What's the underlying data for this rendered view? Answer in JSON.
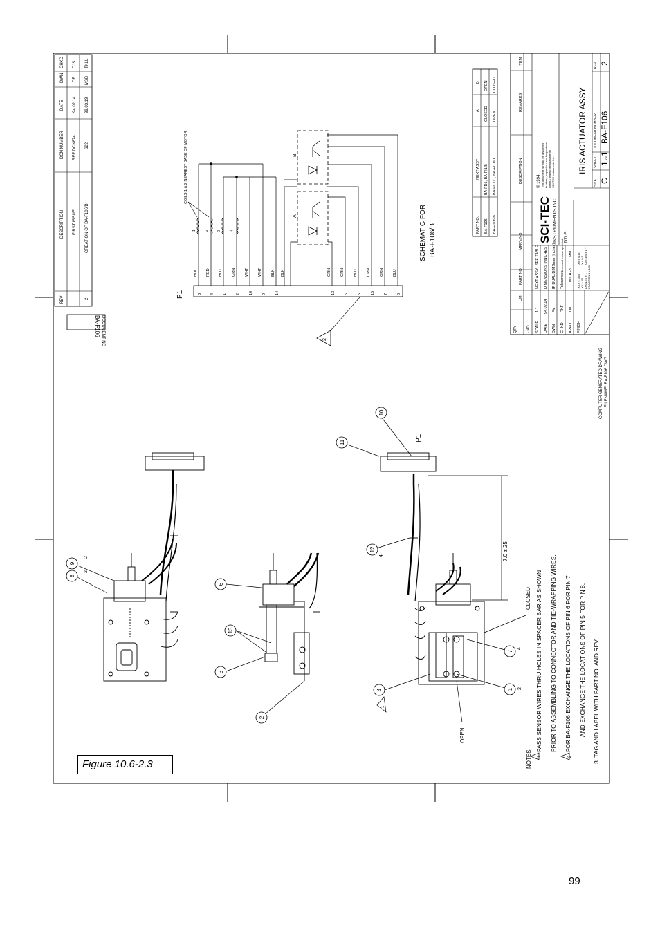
{
  "figure_label": "Figure 10.6-2.3",
  "page_number": "99",
  "revision_table": {
    "headers": [
      "REV",
      "DESCRIPTION",
      "DCN NUMBER",
      "DATE",
      "DWN",
      "CHKD"
    ],
    "rows": [
      [
        "1",
        "FIRST ISSUE",
        "REF DCN874",
        "94.02.14",
        "DF",
        "DJS"
      ],
      [
        "2",
        "CREATION OF BA-F106/B",
        "622",
        "99.03.19",
        "MSB",
        "TKLL"
      ]
    ],
    "document_no_label": "DOCUMENT NO",
    "document_no": "BA-F106"
  },
  "schematic": {
    "title_line1": "SCHEMATIC FOR",
    "title_line2": "BA-F106/B",
    "connector": "P1",
    "coils_note": "COILS 1 & 2 NEAREST BASE OF MOTOR",
    "pins": [
      "3",
      "4",
      "1",
      "2",
      "10",
      "9",
      "14",
      "13",
      "6",
      "5",
      "15",
      "7",
      "8"
    ],
    "wire_colors": [
      "BLK",
      "RED",
      "BLU",
      "GRN",
      "WHT",
      "WHT",
      "BLK",
      "BLK",
      "GRN",
      "GRN",
      "BLU",
      "ORN",
      "GRN",
      "BLU"
    ],
    "coil_labels": [
      "1",
      "2",
      "3",
      "4"
    ],
    "sensor_labels": [
      "A",
      "B"
    ],
    "note_flag": "2"
  },
  "part_table": {
    "headers": [
      "PART NO.",
      "NEXT ASSY",
      "A",
      "B"
    ],
    "rows": [
      [
        "BA-F106",
        "BA-FD1, BA-FI1/B",
        "CLOSED",
        "OPEN"
      ],
      [
        "BA-F106/B",
        "BA-FC1/C, BA-FC1/D",
        "OPEN",
        "CLOSED"
      ]
    ]
  },
  "title_block": {
    "bom_headers": [
      "QTY",
      "UM",
      "PART NO.",
      "MFR's NO.",
      "DESCRIPTION",
      "REMARKS",
      "ITEM"
    ],
    "no_label": "- NO.",
    "scale_label": "SCALE",
    "scale_value": "1:1",
    "date_label": "DATE",
    "date_value": "94.02.14",
    "dwn_label": "DWN",
    "dwn_value": "FV",
    "chkd_label": "CHKD",
    "chkd_value": "RKF",
    "appd_label": "APPD",
    "appd_value": "TKL",
    "finish_label": "FINISH",
    "next_assy_label": "NEXT ASSY",
    "see_table": "SEE TABLE",
    "dims_in": "DIMENSIONS IN",
    "dims_in_unit": "INCHES",
    "dual_dims": "IF DUAL DIMS",
    "dual_dims_unit": "mm (inches)",
    "tolerances": "Tolerances",
    "tolerances_note": "(unless otherwise specified)",
    "tol_inches": "INCHES",
    "tol_mm": "MM",
    "tol_in_1": ".XXX ± .005",
    "tol_in_2": ".XX ± .01",
    "tol_in_3": "ANGLES ± 1 °",
    "tol_in_4": "FRACTIONS ± 1/32",
    "tol_mm_1": ".XX ± 0.15",
    "tol_mm_2": ".X ± 0.5",
    "tol_mm_3": "ANGLES ± 1 °",
    "company_logo": "SCI-TEC",
    "company_name": "INSTRUMENTS INC.",
    "copyright": "© 1994",
    "copyright_note_1": "This document is not to be disclosed",
    "copyright_note_2": "to others, copied or used for productn",
    "copyright_note_3": "without written permission from",
    "copyright_note_4": "SCI-TEC Instruments Inc.",
    "title_label": "TITLE:",
    "title": "IRIS ACTUATOR ASSY",
    "size_label": "SIZE",
    "size": "C",
    "sheet_label": "SHEET",
    "sheet": "1",
    "sheet_of": "OF",
    "sheet_total": "1",
    "docnum_label": "DOCUMENT NUMBER",
    "docnum": "BA-F106",
    "rev_label": "REV",
    "rev": "2",
    "computer_generated": "COMPUTER GENERATED DRAWING",
    "filename": "FILENAME: BA-F106.DWG"
  },
  "notes": {
    "header": "NOTES:",
    "n1a": "PASS SENSOR WIRES THRU HOLES IN SPACER BAR AS SHOWN",
    "n1b": "PRIOR TO ASSEMBLING TO CONNECTOR AND TIE-WRAPPING WIRES.",
    "n2a": "FOR BA-F106 EXCHANGE THE LOCATIONS OF PIN 6 FOR PIN 7",
    "n2b": "AND EXCHANGE THE LOCATIONS OF PIN 5 FOR PIN 8.",
    "n3": "3. TAG AND LABEL WITH PART NO. AND REV.",
    "flag1": "1",
    "flag2": "2"
  },
  "assembly": {
    "balloons": [
      "8",
      "9",
      "6",
      "13",
      "3",
      "2",
      "10",
      "11",
      "12",
      "7",
      "4",
      "1"
    ],
    "qty_8": "2",
    "qty_9": "2",
    "qty_12": "4",
    "qty_7": "4",
    "qty_1": "2",
    "dimension": "7.0 ± 25",
    "connector_label": "P1",
    "closed_label": "CLOSED",
    "open_label": "OPEN",
    "flag_label": "1"
  }
}
